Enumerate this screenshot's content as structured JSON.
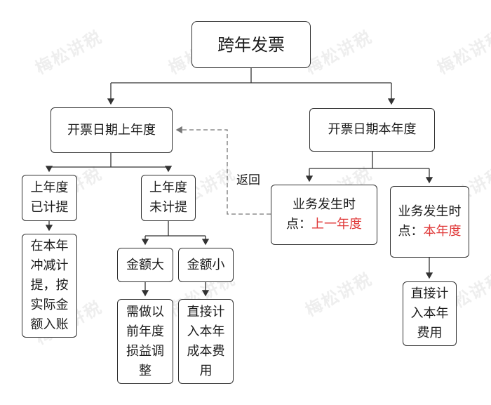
{
  "watermark": "梅松讲税",
  "root": {
    "label": "跨年发票"
  },
  "branch_left": {
    "label": "开票日期上年度"
  },
  "branch_right": {
    "label": "开票日期本年度"
  },
  "left_children": {
    "accrued": {
      "line1": "上年度",
      "line2": "已计提"
    },
    "not_accrued": {
      "line1": "上年度",
      "line2": "未计提"
    }
  },
  "accrued_result": {
    "lines": [
      "在本年",
      "冲减计",
      "提，按",
      "实际金",
      "额入账"
    ]
  },
  "amount_large": {
    "label": "金额大"
  },
  "amount_small": {
    "label": "金额小"
  },
  "large_result": {
    "lines": [
      "需做以",
      "前年度",
      "损益调",
      "整"
    ]
  },
  "small_result": {
    "lines": [
      "直接计",
      "入本年",
      "成本费",
      "用"
    ]
  },
  "return_label": "返回",
  "right_children": {
    "prev_year": {
      "prefix": "业务发生时",
      "prefix2": "点：",
      "highlight": "上一年度"
    },
    "this_year": {
      "prefix": "业务发生时",
      "prefix2": "点：",
      "highlight": "本年度"
    }
  },
  "this_year_result": {
    "lines": [
      "直接计",
      "入本年",
      "费用"
    ]
  },
  "colors": {
    "highlight": "#e03a3a",
    "border": "#2f2f2f",
    "line": "#333333",
    "dashed": "#777777"
  }
}
